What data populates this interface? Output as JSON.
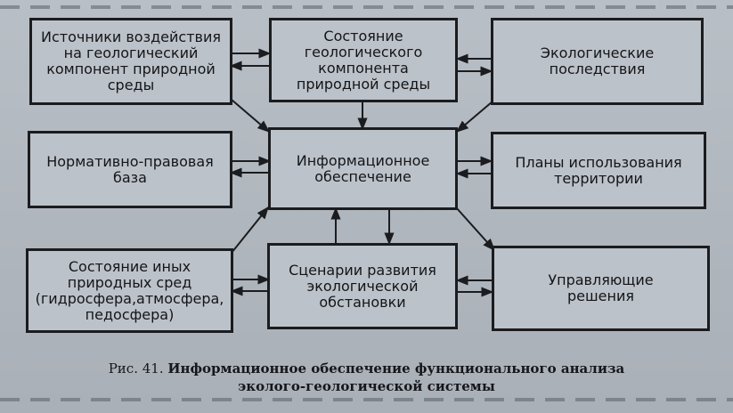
{
  "diagram": {
    "boxes": {
      "sources": "Источники воздействия\nна геологический\nкомпонент природной\nсреды",
      "state_geo": "Состояние\nгеологического\nкомпонента\nприродной среды",
      "eco_consequences": "Экологические\nпоследствия",
      "normative": "Нормативно-правовая\nбаза",
      "info_support": "Информационное\nобеспечение",
      "territory_plans": "Планы использования\nтерритории",
      "other_media": "Состояние иных\nприродных сред\n(гидросфера,атмосфера,\nпедосфера)",
      "scenarios": "Сценарии развития\nэкологической\nобстановки",
      "decisions": "Управляющие\nрешения"
    }
  },
  "caption": {
    "prefix": "Рис. 41. ",
    "title_line1": "Информационное обеспечение функционального анализа",
    "title_line2": "эколого-геологической системы"
  }
}
